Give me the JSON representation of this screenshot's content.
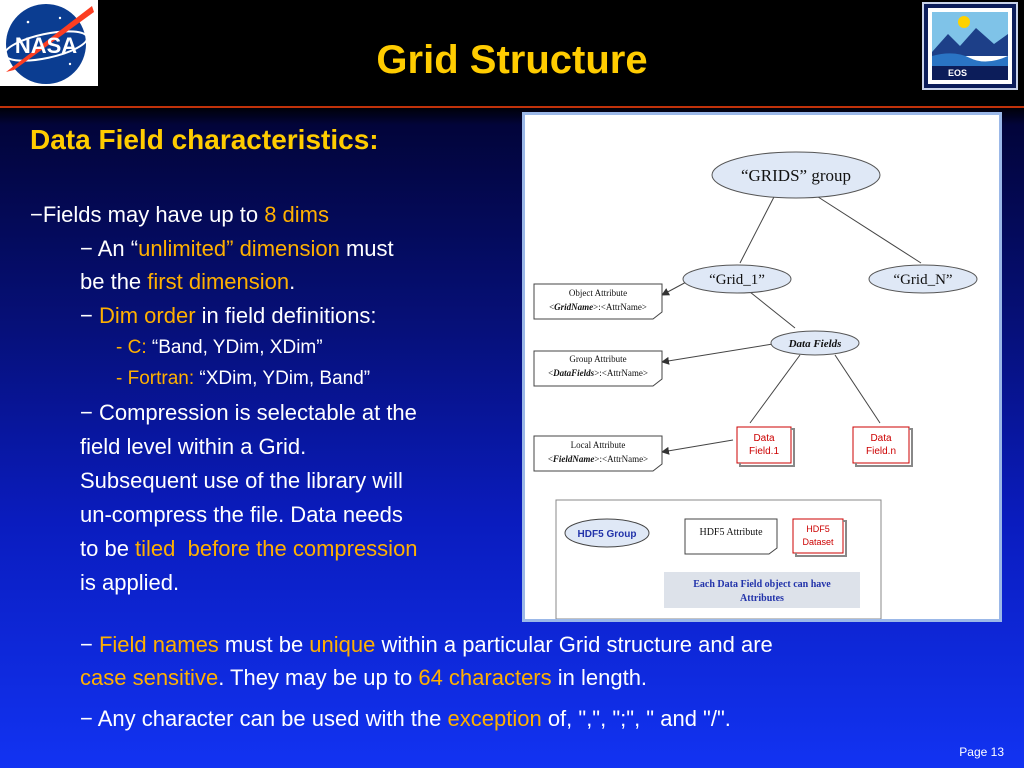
{
  "slide": {
    "title": "Grid Structure",
    "page": "Page 13",
    "heading": "Data Field characteristics:",
    "logos": {
      "nasa": "NASA",
      "eos": "EOS"
    }
  },
  "bullets": {
    "b1": {
      "p1": "−Fields may have up to ",
      "h1": "8 dims"
    },
    "b2": {
      "p1": "− An “",
      "h1": "unlimited” dimension",
      "p2": " must",
      "p3": "be the ",
      "h2": "first dimension",
      "p4": "."
    },
    "b3": {
      "p1": "− ",
      "h1": "Dim order",
      "p2": " in field definitions:"
    },
    "b3a": {
      "h1": "- C: ",
      "p1": "“Band, YDim, XDim”"
    },
    "b3b": {
      "h1": "- Fortran: ",
      "p1": "“XDim, YDim, Band”"
    },
    "b4": {
      "l1": "− Compression is selectable at the",
      "l2": "field level within a Grid.",
      "l3": "Subsequent use of the library will",
      "l4": "un-compress the file. Data needs",
      "l5p": "to be ",
      "l5h1": "tiled",
      "l5s": "  ",
      "l5h2": "before the compression",
      "l6": "is applied."
    },
    "b5": {
      "p1": "− ",
      "h1": "Field names",
      "p2": " must be ",
      "h2": "unique",
      "p3": " within a particular Grid structure and are",
      "h3": "case sensitive",
      "p4": ". They may be up to ",
      "h4": "64 characters",
      "p5": " in length."
    },
    "b6": {
      "p1": "− Any character can be used with the ",
      "h1": "exception",
      "p2": " of, \",\", \";\", \" and \"/\"."
    }
  },
  "diagram": {
    "grids_group": "“GRIDS” group",
    "grid_1": "“Grid_1”",
    "grid_n": "“Grid_N”",
    "data_fields": "Data Fields",
    "obj_attr": {
      "l1": "Object Attribute",
      "pre": "<",
      "name": "GridName",
      "post": ">:<AttrName>"
    },
    "grp_attr": {
      "l1": "Group Attribute",
      "pre": "<",
      "name": "DataFields",
      "post": ">:<AttrName>"
    },
    "loc_attr": {
      "l1": "Local Attribute",
      "pre": "<",
      "name": "FieldName",
      "post": ">:<AttrName>"
    },
    "field1": {
      "l1": "Data",
      "l2": "Field.1"
    },
    "fieldn": {
      "l1": "Data",
      "l2": "Field.n"
    },
    "legend": {
      "group": "HDF5 Group",
      "attribute": "HDF5 Attribute",
      "dataset": {
        "l1": "HDF5",
        "l2": "Dataset"
      },
      "note": {
        "l1": "Each Data Field object can have",
        "l2": "Attributes"
      }
    }
  }
}
